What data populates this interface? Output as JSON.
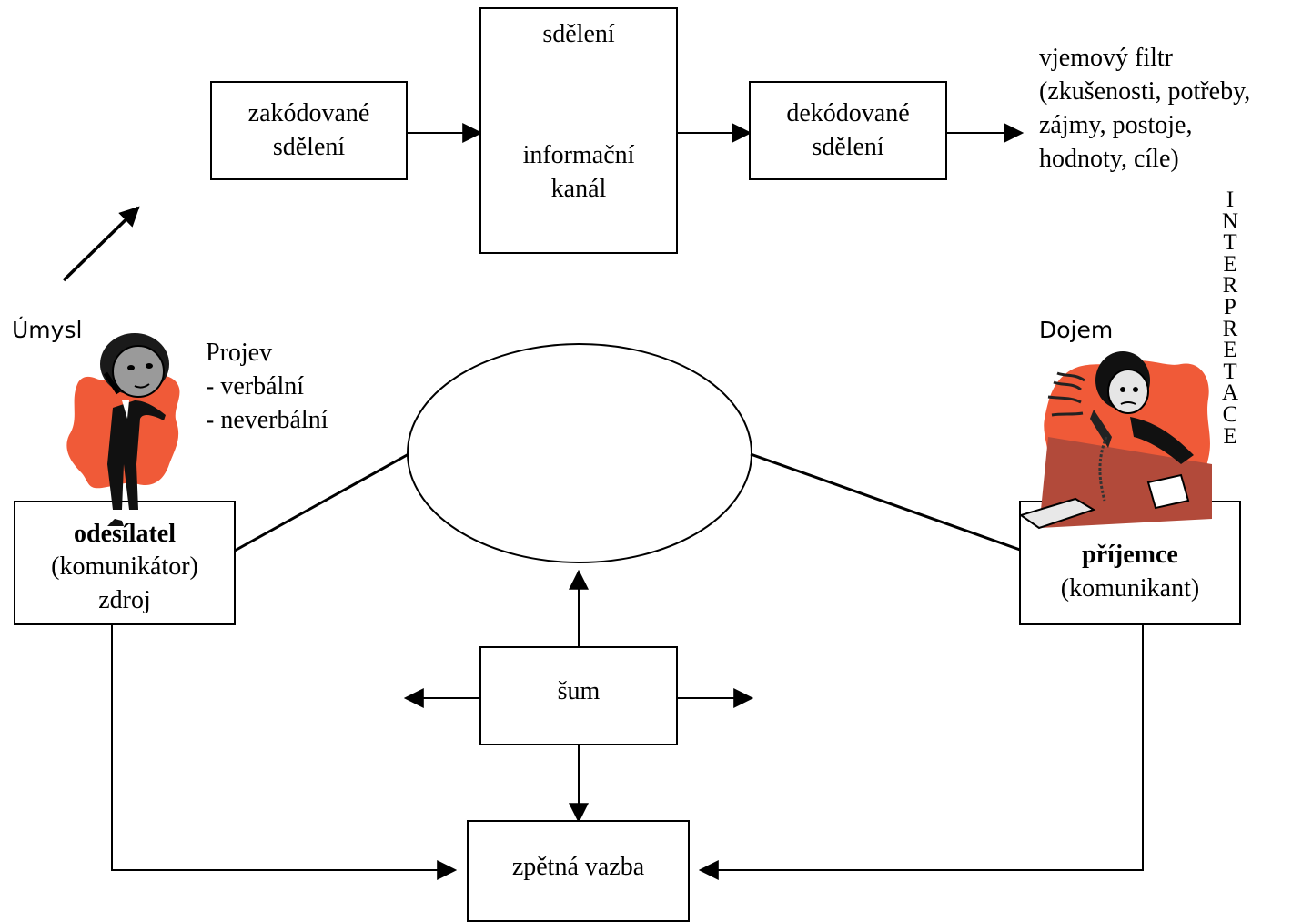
{
  "boxes": {
    "encoded": {
      "line1": "zakódované",
      "line2": "sdělení"
    },
    "channel": {
      "top": "sdělení",
      "line1": "informační",
      "line2": "kanál"
    },
    "decoded": {
      "line1": "dekódované",
      "line2": "sdělení"
    },
    "sender": {
      "title": "odesílatel",
      "line2": "(komunikátor)",
      "line3": "zdroj"
    },
    "receiver": {
      "title": "příjemce",
      "line2": "(komunikant)"
    },
    "noise": {
      "label": "šum"
    },
    "feedback": {
      "label": "zpětná vazba"
    }
  },
  "labels": {
    "perceptual_filter": {
      "line1": "vjemový  filtr",
      "line2": "(zkušenosti,  potřeby,",
      "line3": "zájmy,  postoje,",
      "line4": "hodnoty,  cíle)"
    },
    "intent": "Úmysl",
    "expression": {
      "title": "Projev",
      "item1": "-  verbální",
      "item2": "-  neverbální"
    },
    "impression": "Dojem",
    "interpretation_letters": [
      "I",
      "N",
      "T",
      "E",
      "R",
      "P",
      "R",
      "E",
      "T",
      "A",
      "C",
      "E"
    ]
  },
  "colors": {
    "ink": "#000000",
    "clipart_red": "#f05a38",
    "desk": "#b24a3a"
  }
}
